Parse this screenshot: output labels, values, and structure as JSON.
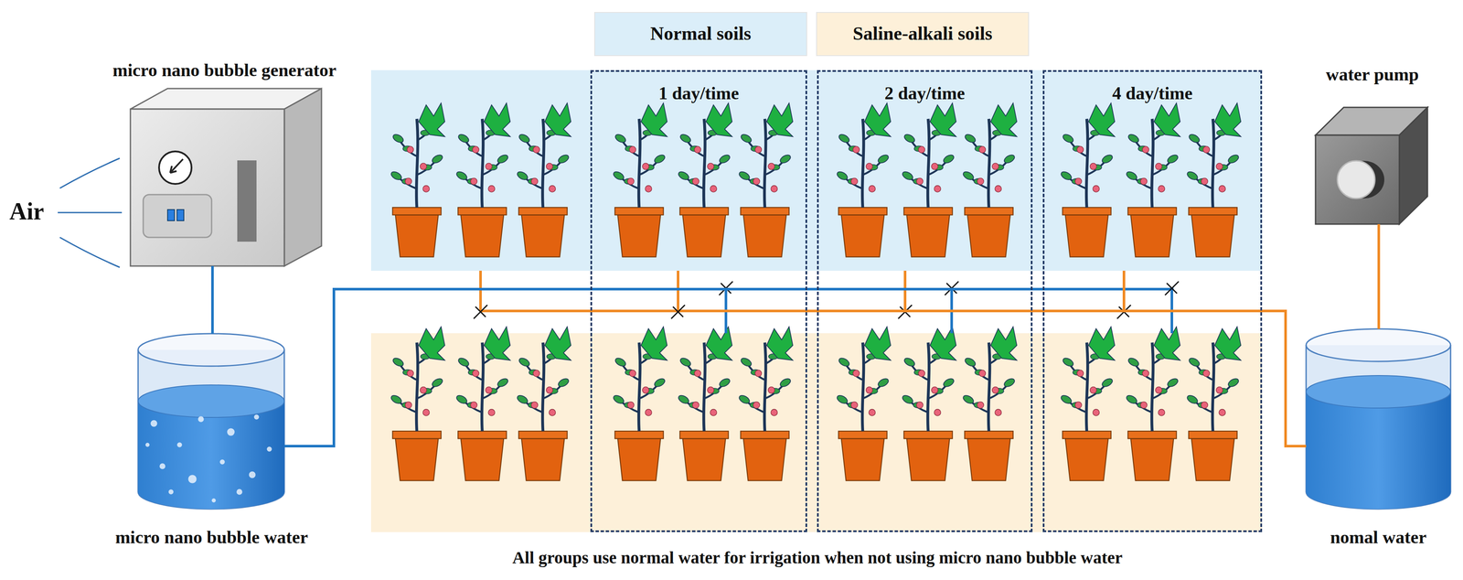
{
  "diagram": {
    "caption": "All groups use normal water for irrigation when not using micro nano bubble water",
    "nodes": [
      {
        "text": [
          "micro nano bubble generator"
        ]
      },
      {
        "text": [
          "micro nano bubble water"
        ]
      },
      {
        "text": [
          "1 day/time"
        ]
      },
      {
        "text": [
          "2 day/time"
        ]
      },
      {
        "text": [
          "4 day/time"
        ]
      },
      {
        "text": [
          "water pump"
        ]
      },
      {
        "text": [
          "nomal water"
        ]
      }
    ],
    "edges": [
      {
        "from": 0,
        "to": 1,
        "arrow": "none"
      },
      {
        "from": 1,
        "to": 2,
        "arrow": "none"
      },
      {
        "from": 1,
        "to": 3,
        "arrow": "none"
      },
      {
        "from": 1,
        "to": 4,
        "arrow": "none"
      },
      {
        "from": 5,
        "to": 6,
        "arrow": "none"
      },
      {
        "from": 6,
        "to": 2,
        "arrow": "none"
      },
      {
        "from": 6,
        "to": 3,
        "arrow": "none"
      },
      {
        "from": 6,
        "to": 4,
        "arrow": "none"
      }
    ],
    "labels": [
      "Air"
    ],
    "legend": [
      {
        "text": "Normal soils",
        "color": "#dbeef9"
      },
      {
        "text": "Saline-alkali soils",
        "color": "#fdf0d9"
      }
    ]
  }
}
